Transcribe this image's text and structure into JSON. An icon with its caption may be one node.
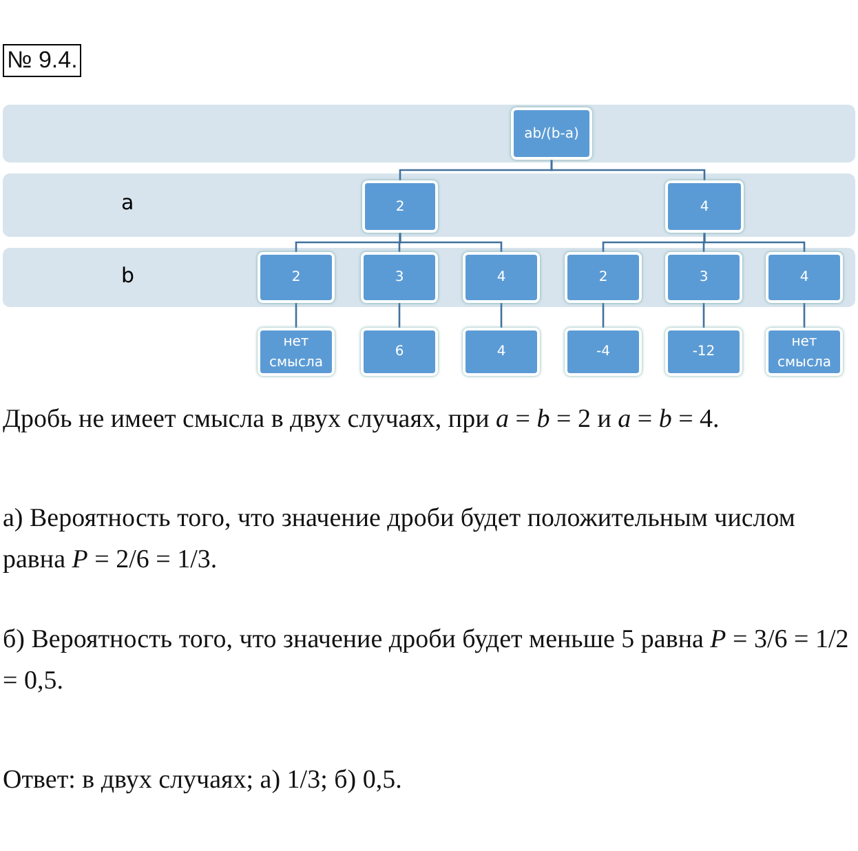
{
  "diagram": {
    "nodes": [
      {
        "text": [],
        "shape": "bar"
      },
      {
        "text": [
          "ab/(b-a)"
        ],
        "in": 0
      },
      {
        "text": [
          "a"
        ]
      },
      {
        "text": [
          "2"
        ],
        "in": 2
      },
      {
        "text": [
          "4"
        ],
        "in": 2
      },
      {
        "text": [
          "b"
        ]
      },
      {
        "text": [
          "2"
        ],
        "in": 5
      },
      {
        "text": [
          "3"
        ],
        "in": 5
      },
      {
        "text": [
          "4"
        ],
        "in": 5
      },
      {
        "text": [
          "2"
        ],
        "in": 5
      },
      {
        "text": [
          "3"
        ],
        "in": 5
      },
      {
        "text": [
          "4"
        ],
        "in": 5
      },
      {
        "text": [
          "нет смысла"
        ]
      },
      {
        "text": [
          "6"
        ]
      },
      {
        "text": [
          "4"
        ]
      },
      {
        "text": [
          "-4"
        ]
      },
      {
        "text": [
          "-12"
        ]
      },
      {
        "text": [
          "нет смысла"
        ]
      }
    ],
    "edges": [
      {
        "from": 1,
        "to": 3,
        "arrow": "none"
      },
      {
        "from": 1,
        "to": 4,
        "arrow": "none"
      },
      {
        "from": 3,
        "to": 6,
        "arrow": "none"
      },
      {
        "from": 3,
        "to": 7,
        "arrow": "none"
      },
      {
        "from": 3,
        "to": 8,
        "arrow": "none"
      },
      {
        "from": 4,
        "to": 9,
        "arrow": "none"
      },
      {
        "from": 4,
        "to": 10,
        "arrow": "none"
      },
      {
        "from": 4,
        "to": 11,
        "arrow": "none"
      },
      {
        "from": 6,
        "to": 12,
        "arrow": "none"
      },
      {
        "from": 7,
        "to": 13,
        "arrow": "none"
      },
      {
        "from": 8,
        "to": 14,
        "arrow": "none"
      },
      {
        "from": 9,
        "to": 15,
        "arrow": "none"
      },
      {
        "from": 10,
        "to": 16,
        "arrow": "none"
      },
      {
        "from": 11,
        "to": 17,
        "arrow": "none"
      }
    ],
    "labels": [
      "№ 9.4.",
      "Дробь не имеет смысла в двух случаях, при *a* = *b* = 2 и *a* = *b* = 4.",
      "а) Вероятность того, что значение дроби будет положительным числом равна *P* = 2/6 = 1/3.",
      "б) Вероятность того, что значение дроби будет меньше 5 равна *P* = 3/6 = 1/2 = 0,5.",
      "Ответ: в двух случаях;  а) 1/3;  б) 0,5."
    ]
  }
}
